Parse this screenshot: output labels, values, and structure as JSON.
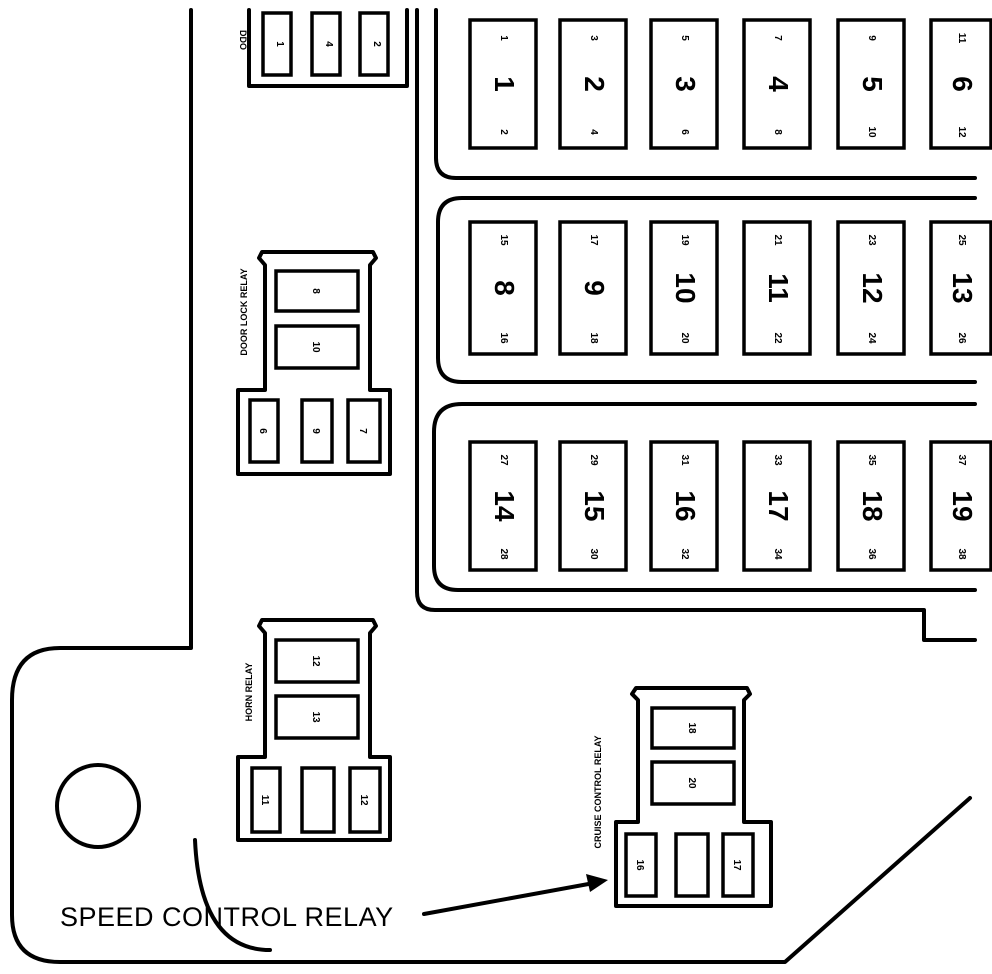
{
  "fuses": [
    {
      "num": "1",
      "top": "1",
      "bottom": "2"
    },
    {
      "num": "2",
      "top": "3",
      "bottom": "4"
    },
    {
      "num": "3",
      "top": "5",
      "bottom": "6"
    },
    {
      "num": "4",
      "top": "7",
      "bottom": "8"
    },
    {
      "num": "5",
      "top": "9",
      "bottom": "10"
    },
    {
      "num": "6",
      "top": "11",
      "bottom": "12"
    },
    {
      "num": "8",
      "top": "15",
      "bottom": "16"
    },
    {
      "num": "9",
      "top": "17",
      "bottom": "18"
    },
    {
      "num": "10",
      "top": "19",
      "bottom": "20"
    },
    {
      "num": "11",
      "top": "21",
      "bottom": "22"
    },
    {
      "num": "12",
      "top": "23",
      "bottom": "24"
    },
    {
      "num": "13",
      "top": "25",
      "bottom": "26"
    },
    {
      "num": "14",
      "top": "27",
      "bottom": "28"
    },
    {
      "num": "15",
      "top": "29",
      "bottom": "30"
    },
    {
      "num": "16",
      "top": "31",
      "bottom": "32"
    },
    {
      "num": "17",
      "top": "33",
      "bottom": "34"
    },
    {
      "num": "18",
      "top": "35",
      "bottom": "36"
    },
    {
      "num": "19",
      "top": "37",
      "bottom": "38"
    }
  ],
  "relays": {
    "top": {
      "label": "DDO",
      "pins": [
        "1",
        "4",
        "2"
      ]
    },
    "door_lock": {
      "label": "DOOR LOCK RELAY",
      "pins_top": [
        "8",
        "10"
      ],
      "pins_bottom": [
        "6",
        "9",
        "7"
      ]
    },
    "horn": {
      "label": "HORN RELAY",
      "pins_top": [
        "12",
        "13"
      ],
      "pins_bottom": [
        "11",
        "",
        "12"
      ]
    },
    "cruise": {
      "label": "CRUISE CONTROL RELAY",
      "pins_top": [
        "18",
        "20"
      ],
      "pins_bottom": [
        "16",
        "",
        "17"
      ]
    }
  },
  "callout": {
    "text": "SPEED CONTROL RELAY"
  }
}
